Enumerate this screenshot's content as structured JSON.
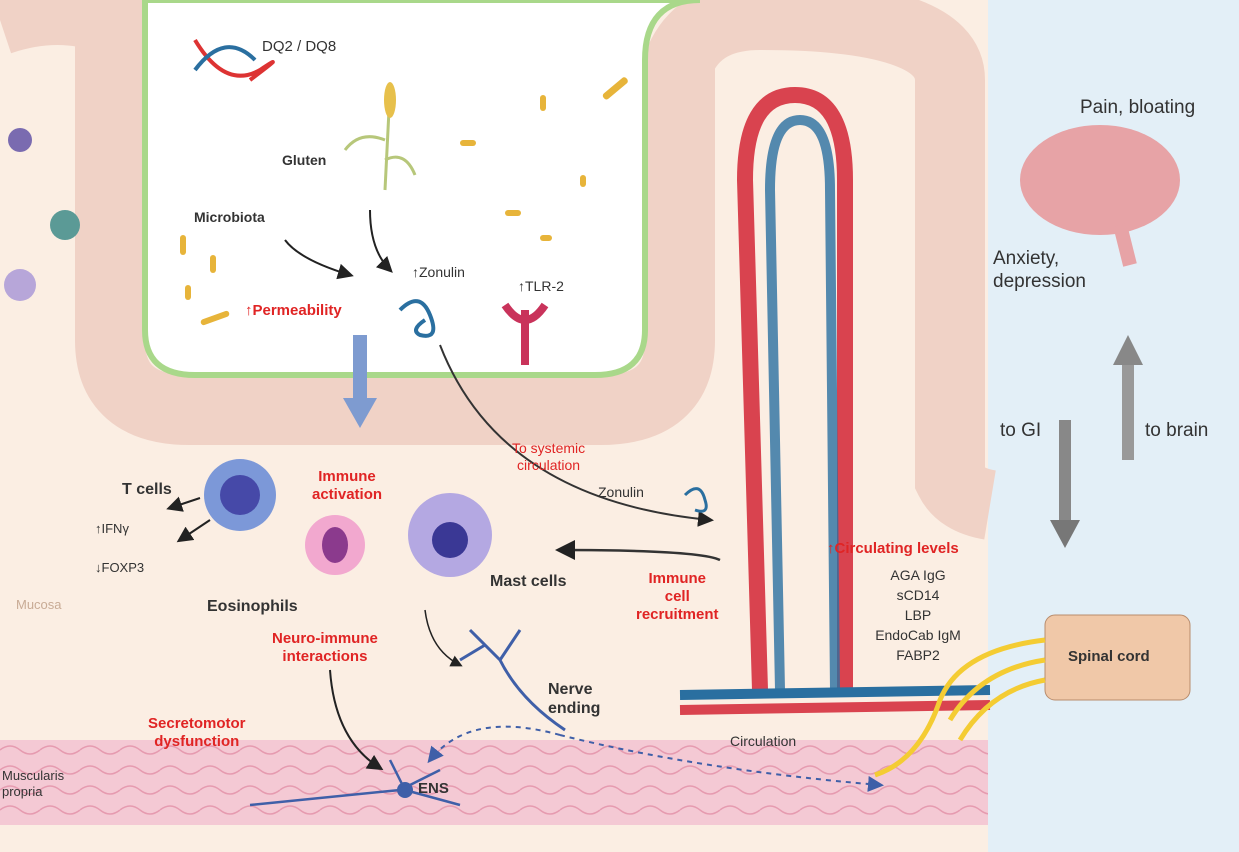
{
  "labels": {
    "dq": "DQ2 / DQ8",
    "gluten": "Gluten",
    "microbiota": "Microbiota",
    "zonulin_up": "↑Zonulin",
    "tlr2": "↑TLR-2",
    "permeability": "↑Permeability",
    "to_systemic_1": "To systemic",
    "to_systemic_2": "circulation",
    "zonulin": "Zonulin",
    "t_cells": "T cells",
    "ifng": "↑IFNγ",
    "foxp3": "↓FOXP3",
    "immune_activation_1": "Immune",
    "immune_activation_2": "activation",
    "eosinophils": "Eosinophils",
    "mast_cells": "Mast cells",
    "mucosa": "Mucosa",
    "immune_recruit_1": "Immune",
    "immune_recruit_2": "cell",
    "immune_recruit_3": "recruitment",
    "neuro_immune_1": "Neuro-immune",
    "neuro_immune_2": "interactions",
    "nerve_1": "Nerve",
    "nerve_2": "ending",
    "secretomotor_1": "Secretomotor",
    "secretomotor_2": "dysfunction",
    "muscularis_1": "Muscularis",
    "muscularis_2": "propria",
    "ens": "ENS",
    "circulation": "Circulation",
    "circulating_levels": "↑Circulating levels",
    "markers": [
      "AGA IgG",
      "sCD14",
      "LBP",
      "EndoCab IgM",
      "FABP2"
    ],
    "spinal_cord": "Spinal cord",
    "pain": "Pain, bloating",
    "anxiety_1": "Anxiety,",
    "anxiety_2": "depression",
    "to_gi": "to GI",
    "to_brain": "to brain"
  },
  "colors": {
    "mucosa": "#fbeee3",
    "panel": "#e3eff7",
    "epithelium_line": "#a9d88a",
    "highlight_red": "#e02424",
    "artery": "#d9434f",
    "vein": "#2a6fa0"
  }
}
